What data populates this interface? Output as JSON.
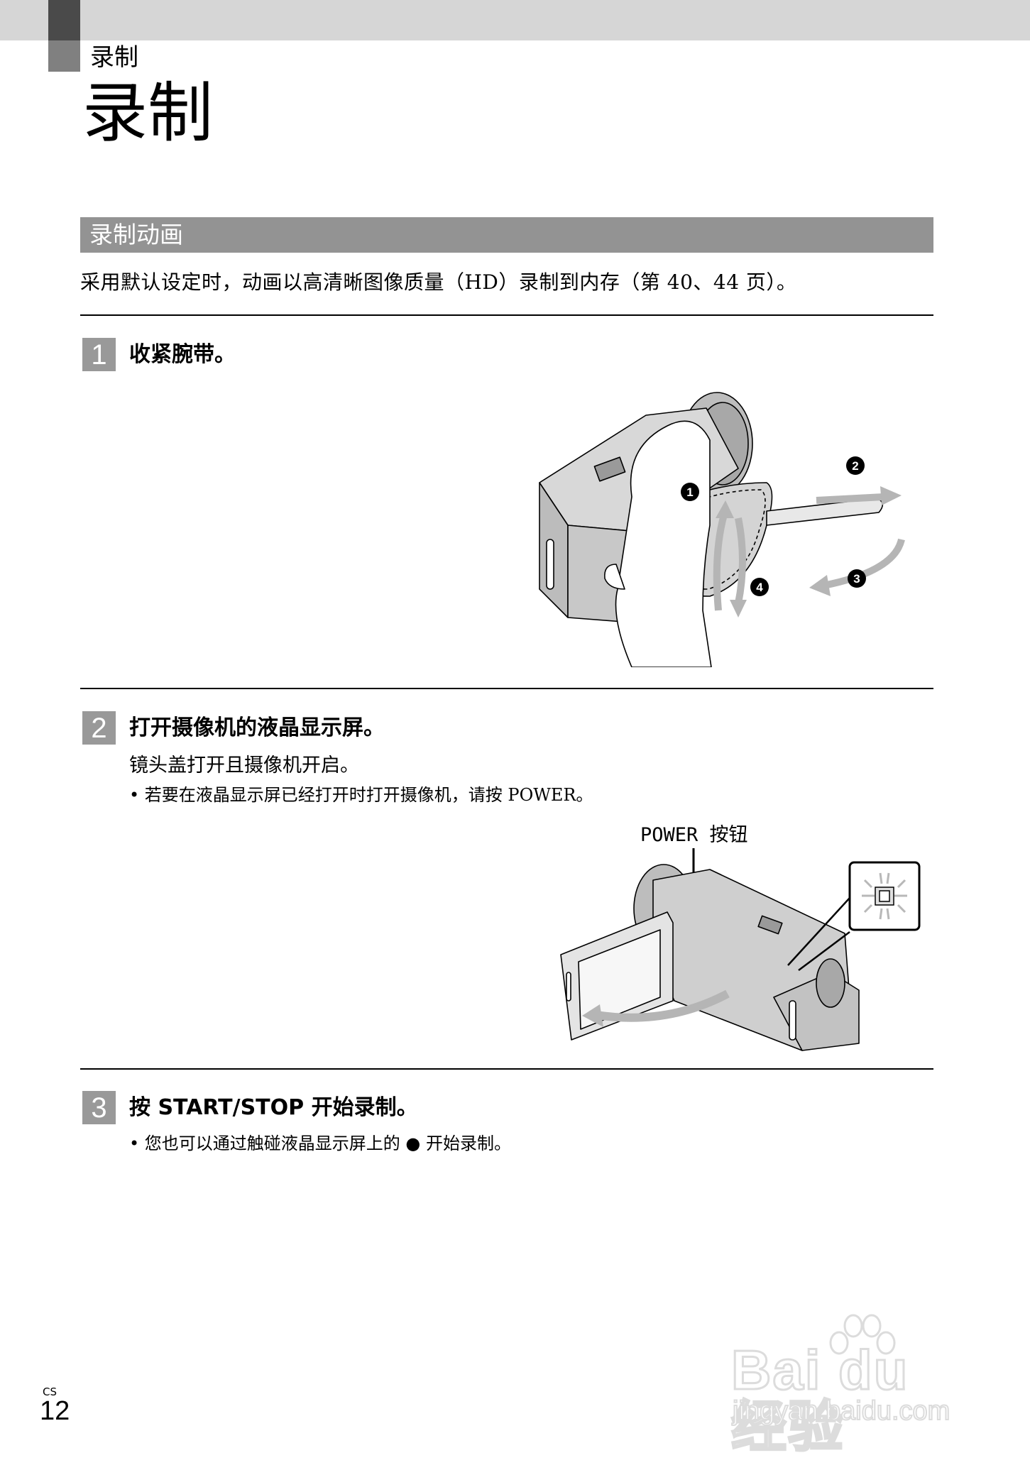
{
  "header": {
    "breadcrumb": "录制",
    "page_title": "录制",
    "colors": {
      "band": "#d6d6d6",
      "tab_dark": "#4a4a4a",
      "tab_light": "#808080"
    }
  },
  "section": {
    "title": "录制动画",
    "bar_color": "#939393",
    "intro": "采用默认设定时，动画以高清晰图像质量（HD）录制到内存（第 40、44 页）。"
  },
  "steps": [
    {
      "number": "1",
      "title": "收紧腕带。",
      "illustration": {
        "description": "hand tightening camcorder grip belt",
        "callouts": [
          "1",
          "2",
          "3",
          "4"
        ]
      }
    },
    {
      "number": "2",
      "title": "打开摄像机的液晶显示屏。",
      "body": "镜头盖打开且摄像机开启。",
      "notes": [
        "若要在液晶显示屏已经打开时打开摄像机，请按 POWER。"
      ],
      "illustration": {
        "description": "camcorder with LCD screen opening",
        "label": "POWER 按钮",
        "inset_icon": "movie-mode-lamp-icon"
      }
    },
    {
      "number": "3",
      "title": "按 START/STOP 开始录制。",
      "notes": [
        "您也可以通过触碰液晶显示屏上的 ● 开始录制。"
      ]
    }
  ],
  "footer": {
    "language_code": "CS",
    "page_number": "12"
  },
  "watermark": {
    "brand": "Bai du 经验",
    "url": "jingyan.baidu.com"
  }
}
